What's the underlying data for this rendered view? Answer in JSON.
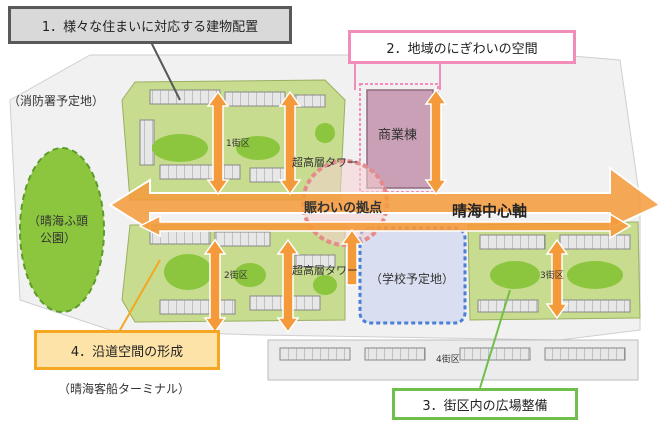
{
  "callouts": {
    "c1": "1．様々な住まいに対応する建物配置",
    "c2": "2．地域のにぎわいの空間",
    "c3": "3．街区内の広場整備",
    "c4": "4．沿道空間の形成"
  },
  "places": {
    "fire_station": "（消防署予定地）",
    "park": "（晴海ふ頭\n公園）",
    "terminal": "（晴海客船ターミナル）",
    "school": "（学校予定地）",
    "commercial": "商業棟",
    "hub": "賑わいの拠点",
    "axis": "晴海中心軸",
    "tower_north": "超高層タワー",
    "tower_south": "超高層タワー"
  },
  "blocks": {
    "b1": "1街区",
    "b2": "2街区",
    "b3": "3街区",
    "b4": "4街区"
  },
  "colors": {
    "arrow": "#f59a3a",
    "arrow_edge": "#ffffff",
    "green_block": "#c7dc8e",
    "plaza_green": "#8cc63f",
    "commercial": "#c9a0b6",
    "school_fill": "#d9def0",
    "school_border": "#4a7fd6",
    "callout1_border": "#595959",
    "callout2_border": "#f28cb8",
    "callout3_border": "#6fbf4a",
    "callout4_border": "#f5a623",
    "callout4_fill": "#fde3a7"
  }
}
